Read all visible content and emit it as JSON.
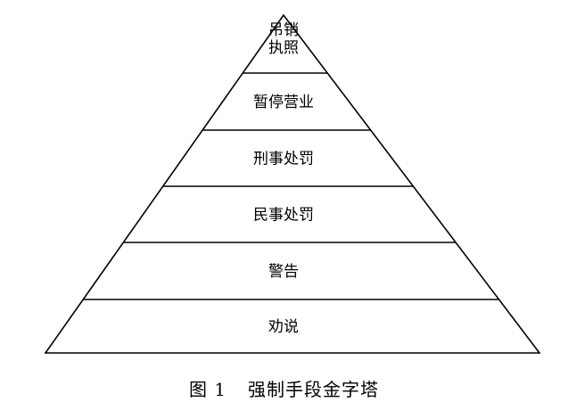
{
  "diagram": {
    "type": "pyramid",
    "levels": [
      {
        "lines": [
          "吊销",
          "执照"
        ]
      },
      {
        "lines": [
          "暂停营业"
        ]
      },
      {
        "lines": [
          "刑事处罚"
        ]
      },
      {
        "lines": [
          "民事处罚"
        ]
      },
      {
        "lines": [
          "警告"
        ]
      },
      {
        "lines": [
          "劝说"
        ]
      }
    ]
  },
  "caption": {
    "label": "图 1",
    "text": "强制手段金字塔"
  },
  "colors": {
    "stroke": "#000000",
    "background": "#ffffff",
    "text": "#000000"
  }
}
